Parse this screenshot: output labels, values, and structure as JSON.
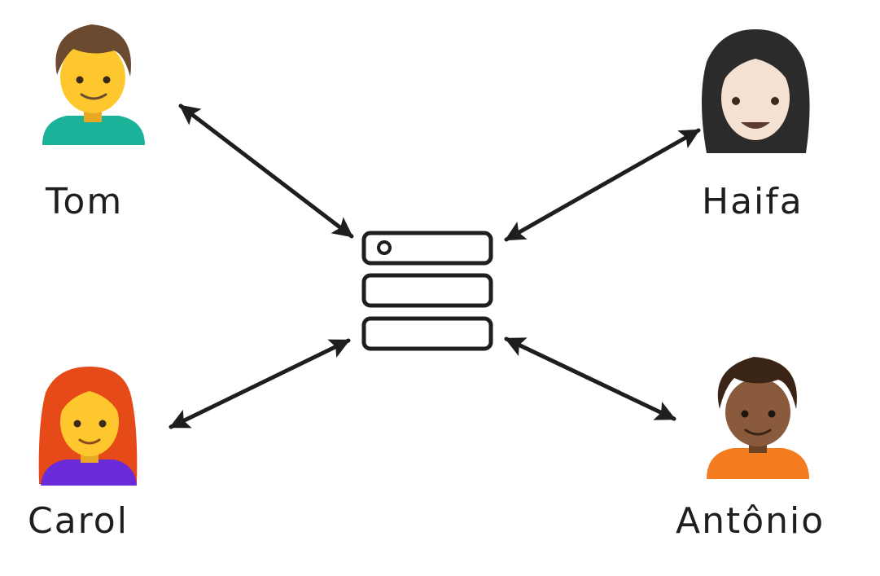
{
  "people": {
    "tom": {
      "name": "Tom",
      "icon": "man-curly-hair-icon",
      "shirt_color": "#1bb29a",
      "hair_color": "#6b4a2f",
      "skin_color": "#ffc72e"
    },
    "haifa": {
      "name": "Haifa",
      "icon": "woman-dark-hair-icon",
      "hair_color": "#2b2b2b",
      "skin_color": "#f5e1d1"
    },
    "carol": {
      "name": "Carol",
      "icon": "woman-red-hair-icon",
      "shirt_color": "#6a2bd8",
      "hair_color": "#e64a19",
      "skin_color": "#ffc72e"
    },
    "antonio": {
      "name": "Antônio",
      "icon": "man-curly-dark-hair-icon",
      "shirt_color": "#f57c1f",
      "hair_color": "#3a2416",
      "skin_color": "#8a5a3c"
    }
  },
  "server": {
    "icon": "server-icon"
  },
  "colors": {
    "stroke": "#1e1e1e",
    "background": "#ffffff"
  }
}
